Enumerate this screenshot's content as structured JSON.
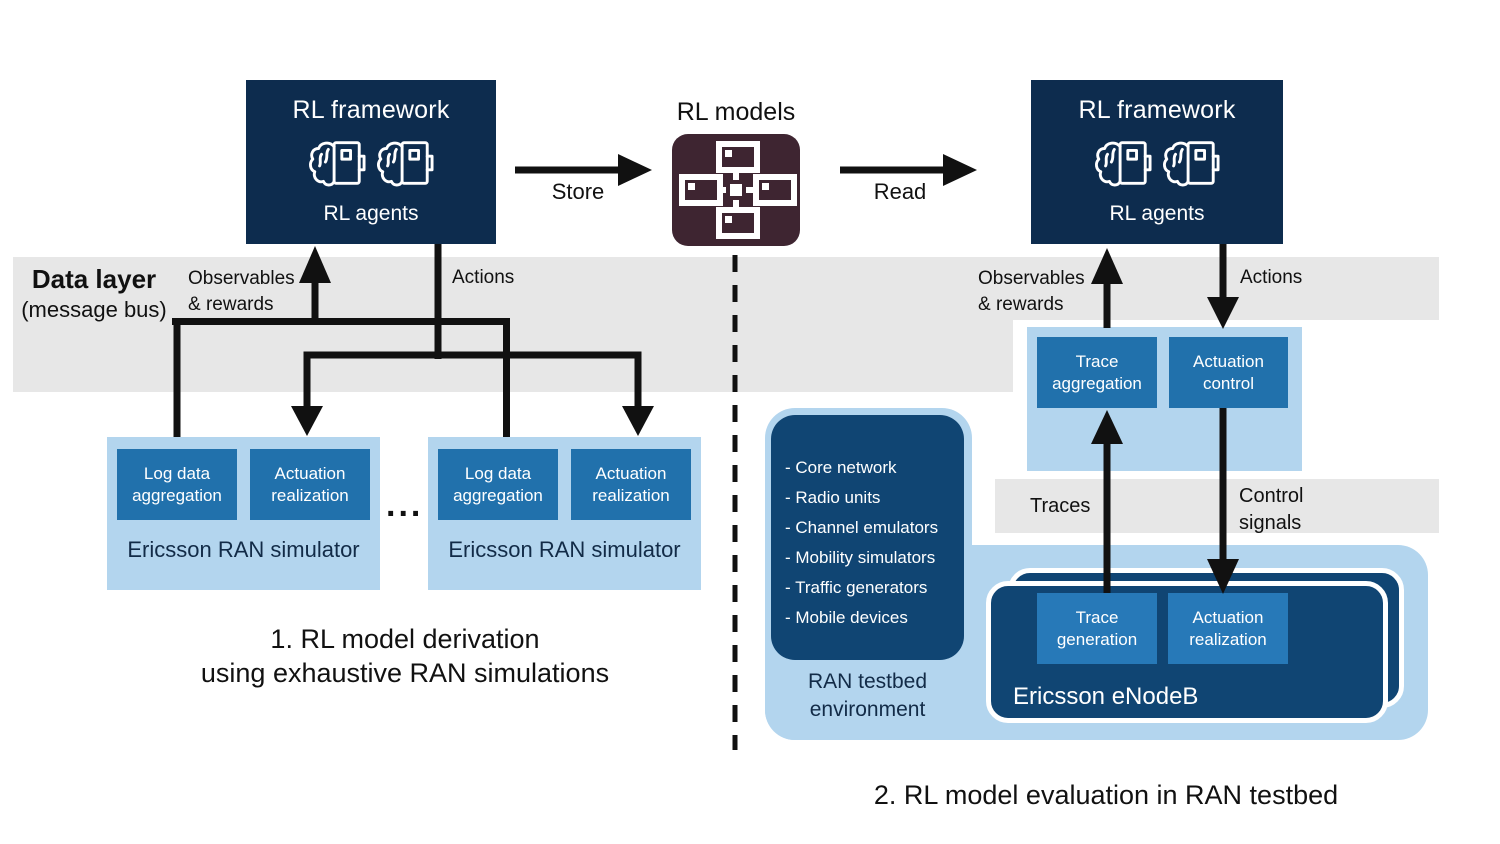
{
  "colors": {
    "navy": "#0d2c4e",
    "mid_navy": "#104573",
    "teal": "#2171ac",
    "teal_light": "#2779b8",
    "light_blue": "#b3d5ee",
    "band_gray": "#e7e7e7",
    "maroon": "#3e2531",
    "ink": "#111111",
    "dark_label": "#122b47"
  },
  "frameworks": {
    "left": {
      "title": "RL framework",
      "subtitle": "RL agents"
    },
    "right": {
      "title": "RL framework",
      "subtitle": "RL agents"
    }
  },
  "models": {
    "title": "RL models"
  },
  "flow": {
    "store": "Store",
    "read": "Read"
  },
  "data_layer": {
    "title": "Data layer",
    "subtitle": "(message bus)"
  },
  "bus_labels": {
    "left_observables": "Observables\n& rewards",
    "left_actions": "Actions",
    "right_observables": "Observables\n& rewards",
    "right_actions": "Actions",
    "traces": "Traces",
    "control_signals": "Control\nsignals"
  },
  "simulators": {
    "dots": "...",
    "items": [
      {
        "module1": "Log data\naggregation",
        "module2": "Actuation\nrealization",
        "label": "Ericsson RAN simulator"
      },
      {
        "module1": "Log data\naggregation",
        "module2": "Actuation\nrealization",
        "label": "Ericsson RAN simulator"
      }
    ]
  },
  "middleware": {
    "trace_aggregation": "Trace\naggregation",
    "actuation_control": "Actuation\ncontrol"
  },
  "testbed": {
    "components": [
      "- Core network",
      "- Radio units",
      "- Channel emulators",
      "- Mobility simulators",
      "- Traffic generators",
      "- Mobile devices"
    ],
    "label": "RAN testbed\nenvironment",
    "enodeb": {
      "label": "Ericsson eNodeB",
      "trace_generation": "Trace\ngeneration",
      "actuation_realization": "Actuation\nrealization"
    }
  },
  "captions": {
    "step1": "1. RL model derivation\nusing exhaustive RAN simulations",
    "step2": "2. RL model evaluation in RAN testbed"
  }
}
